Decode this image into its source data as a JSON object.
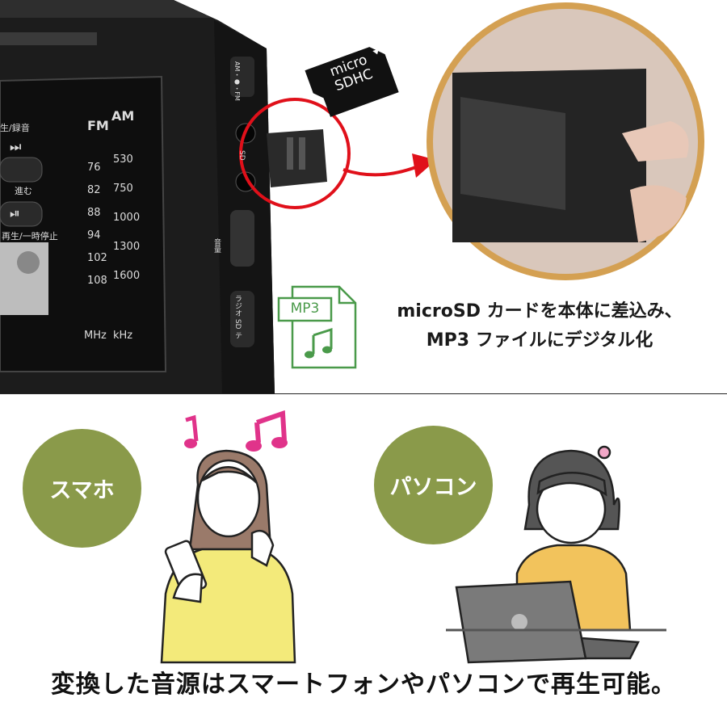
{
  "top": {
    "device_labels": {
      "am": "AM",
      "fm": "FM",
      "am_freqs": [
        "530",
        "750",
        "1000",
        "1300",
        "1600"
      ],
      "fm_freqs": [
        "76",
        "82",
        "88",
        "94",
        "102",
        "108"
      ],
      "khz": "kHz",
      "mhz": "MHz",
      "btn_forward": "進む",
      "btn_play": "再生/一時停止",
      "btn_top": "生/録音",
      "side_sd": "SD",
      "side_switch": "AM・●・FM",
      "side_mode": "ラジオ SD テ",
      "volume": "音量"
    },
    "microsd_card": {
      "line1": "micro",
      "line2": "SDHC"
    },
    "mp3_icon_label": "MP3",
    "caption_line1": "microSD カードを本体に差込み、",
    "caption_line2": "MP3 ファイルにデジタル化"
  },
  "bottom": {
    "smartphone_label": "スマホ",
    "pc_label": "パソコン",
    "caption": "変換した音源はスマートフォンやパソコンで再生可能。"
  },
  "colors": {
    "accent_green": "#8a9a4a",
    "note_pink": "#e0338a",
    "arrow_red": "#e0101a",
    "zoom_ring": "#d4a052",
    "sweater_yellow": "#f3ea7a",
    "sweater_orange": "#f2c35c"
  }
}
